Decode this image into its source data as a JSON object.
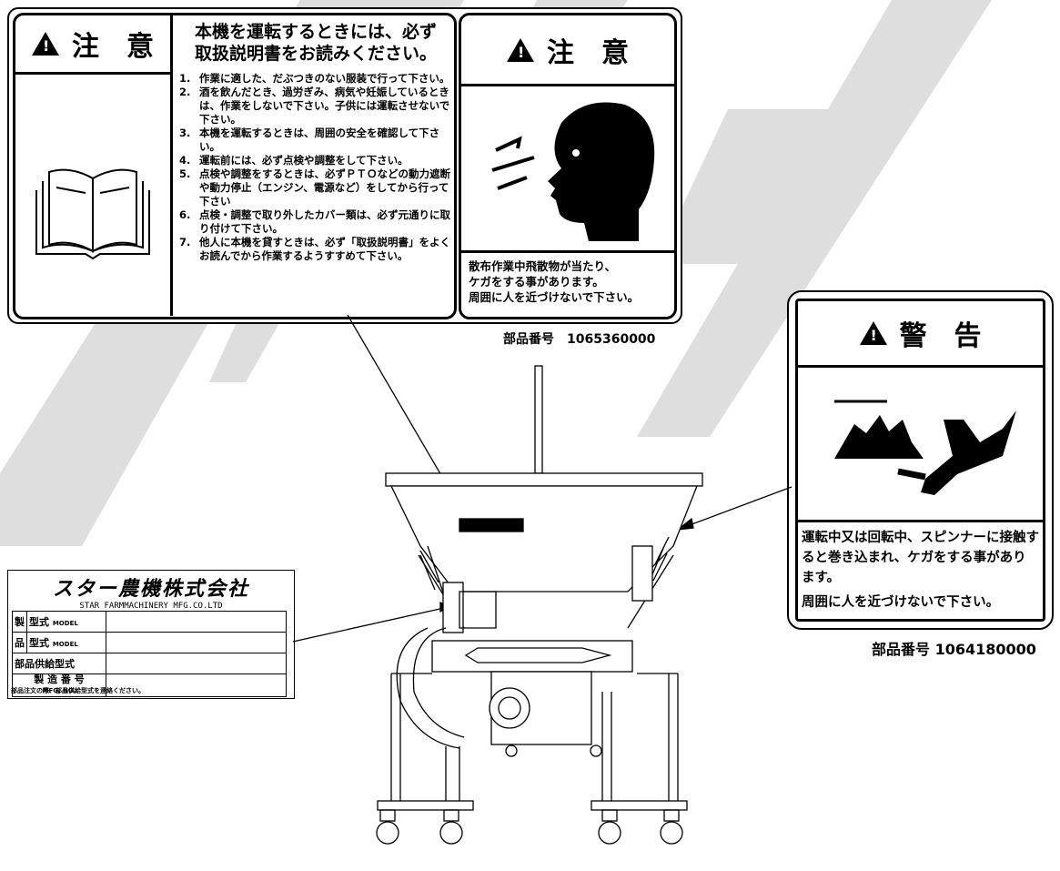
{
  "caution_label": {
    "header": "注　意",
    "instruction_title": "本機を運転するときには、必ず\n取扱説明書をお読みください。",
    "items": [
      {
        "no": "1.",
        "text": "作業に適した、だぶつきのない服装で行って下さい。"
      },
      {
        "no": "2.",
        "text": "酒を飲んだとき、過労ぎみ、病気や妊娠しているときは、作業をしないで下さい。子供には運転させないで下さい。"
      },
      {
        "no": "3.",
        "text": "本機を運転するときは、周囲の安全を確認して下さい。"
      },
      {
        "no": "4.",
        "text": "運転前には、必ず点検や調整をして下さい。"
      },
      {
        "no": "5.",
        "text": "点検や調整をするときは、必ずＰＴＯなどの動力遮断や動力停止（エンジン、電源など）をしてから行って下さい"
      },
      {
        "no": "6.",
        "text": "点検・調整で取り外したカバー類は、必ず元通りに取り付けて下さい。"
      },
      {
        "no": "7.",
        "text": "他人に本機を貸すときは、必ず「取扱説明書」をよくお読んでから作業するようすすめて下さい。"
      }
    ],
    "second_header": "注　意",
    "second_text": "散布作業中飛散物が当たり、\nケガをする事があります。\n周囲に人を近づけないで下さい。",
    "part_no": "部品番号　1065360000"
  },
  "warning_label": {
    "header": "警　告",
    "text": "運転中又は回転中、スピンナーに接触すると巻き込まれ、ケガをする事があります。",
    "text2": "周囲に人を近づけないで下さい。",
    "part_no": "部品番号 1064180000"
  },
  "name_plate": {
    "company": "スター農機株式会社",
    "company_en": "STAR FARMMACHINERY MFG.CO.LTD",
    "side_chars": [
      "製",
      "品"
    ],
    "rows": [
      {
        "label": "型式",
        "sub": "MODEL"
      },
      {
        "label": "型式",
        "sub": "MODEL"
      },
      {
        "label": "部品供給型式",
        "sub": ""
      },
      {
        "label": "製 造 番 号",
        "sub": "MFG. NO."
      }
    ],
    "footer": "部品注文の際、部品供給型式を連絡ください。"
  }
}
